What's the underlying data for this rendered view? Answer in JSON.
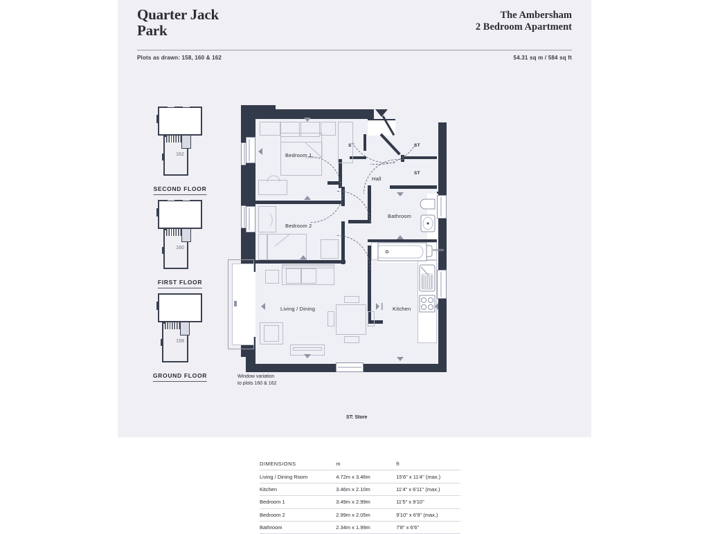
{
  "header": {
    "development": "Quarter Jack\nPark",
    "development_line1": "Quarter Jack",
    "development_line2": "Park",
    "house_type": "The Ambersham",
    "house_subtitle": "2 Bedroom Apartment",
    "plots_note": "Plots as drawn: 158, 160 & 162",
    "area": "54.31 sq m / 584 sq ft"
  },
  "floors": [
    {
      "caption": "SECOND FLOOR",
      "plot": "162"
    },
    {
      "caption": "FIRST FLOOR",
      "plot": "160"
    },
    {
      "caption": "GROUND FLOOR",
      "plot": "158"
    }
  ],
  "plan": {
    "rooms": [
      {
        "name": "Bedroom 1"
      },
      {
        "name": "Bedroom 2"
      },
      {
        "name": "Hall"
      },
      {
        "name": "Bathroom"
      },
      {
        "name": "Living / Dining"
      },
      {
        "name": "Kitchen"
      }
    ],
    "store_labels": [
      "ST",
      "ST",
      "ST"
    ],
    "window_variation_note": "Window variation\nto plots 160 & 162",
    "window_variation_line1": "Window variation",
    "window_variation_line2": "to plots 160 & 162",
    "legend": "ST: Store"
  },
  "dimensions": {
    "headers": [
      "DIMENSIONS",
      "m",
      "ft"
    ],
    "rows": [
      {
        "room": "Living / Dining Room",
        "m": "4.72m x 3.46m",
        "ft": "15'6\" x 11'4\" (max.)"
      },
      {
        "room": "Kitchen",
        "m": "3.46m x 2.10m",
        "ft": "11'4\" x 6'11\" (max.)"
      },
      {
        "room": "Bedroom 1",
        "m": "3.49m x 2.99m",
        "ft": "11'5\" x 9'10\""
      },
      {
        "room": "Bedroom 2",
        "m": "2.99m x 2.05m",
        "ft": "9'10\" x 6'9\" (max.)"
      },
      {
        "room": "Bathroom",
        "m": "2.34m x 1.99m",
        "ft": "7'8\" x 6'6\""
      }
    ]
  },
  "colors": {
    "sheet_bg": "#f0eff4",
    "wall": "#333a4a",
    "room_fill": "#eff0f5",
    "furniture_stroke": "#b9bcc9",
    "text": "#2b2b33"
  }
}
